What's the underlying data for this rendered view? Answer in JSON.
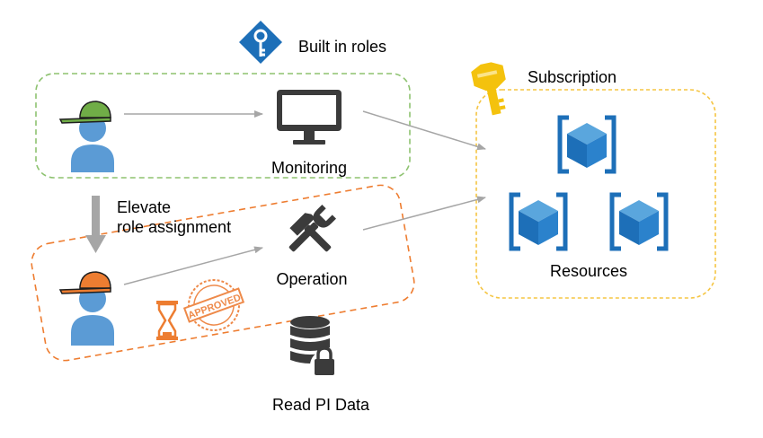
{
  "labels": {
    "built_in_roles": "Built in roles",
    "subscription": "Subscription",
    "monitoring": "Monitoring",
    "elevate_line1": "Elevate",
    "elevate_line2": "role assignment",
    "operation": "Operation",
    "resources": "Resources",
    "read_pi_data": "Read PI Data",
    "approved_stamp": "APPROVED"
  },
  "colors": {
    "green_dash": "#8dc26f",
    "orange_dash": "#ee7d31",
    "yellow_dash": "#f5c542",
    "user_blue": "#5b9bd5",
    "cap_green": "#70ad47",
    "cap_orange": "#ed7d31",
    "azure_blue": "#1d6fb8",
    "arrow_gray": "#a6a6a6",
    "icon_dark": "#3b3b3b",
    "key_gold": "#f4c20d"
  },
  "icons": {
    "role_icon": "key-diamond-icon",
    "subscription_icon": "key-icon",
    "monitoring_icon": "monitor-icon",
    "operation_icon": "tools-icon",
    "resource_icon": "cube-icon",
    "data_icon": "locked-database-icon",
    "timer_icon": "hourglass-icon",
    "stamp_icon": "approved-stamp-icon"
  }
}
